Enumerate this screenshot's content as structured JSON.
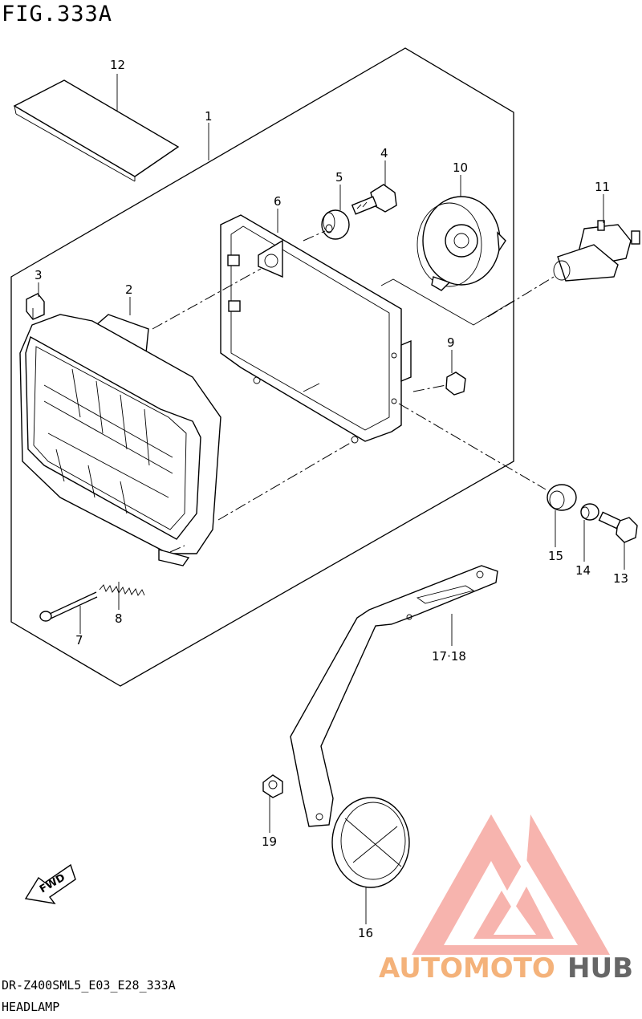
{
  "figure": {
    "title": "FIG.333A"
  },
  "footer": {
    "model_code": "DR-Z400SML5_E03_E28_333A",
    "section_name": "HEADLAMP"
  },
  "callouts": {
    "p1": "1",
    "p2": "2",
    "p3": "3",
    "p4": "4",
    "p5": "5",
    "p6": "6",
    "p7": "7",
    "p8": "8",
    "p9": "9",
    "p10": "10",
    "p11": "11",
    "p12": "12",
    "p13": "13",
    "p14": "14",
    "p15": "15",
    "p16": "16",
    "p17_18": "17·18",
    "p19": "19"
  },
  "direction_arrow": {
    "label": "FWD"
  },
  "watermark": {
    "brand_part1": "AUTOMOTO",
    "brand_part2": "HUB",
    "color_main": "#f4a987",
    "color_accent": "#f08a8a",
    "color_dark": "#666666"
  }
}
